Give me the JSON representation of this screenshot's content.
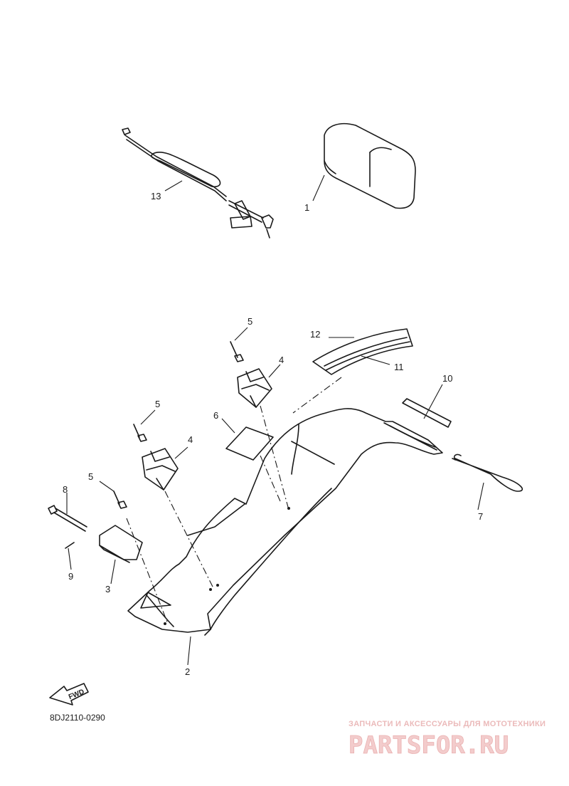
{
  "diagram": {
    "drawing_code": "8DJ2110-0290",
    "fwd_label": "FWD",
    "callouts": [
      {
        "id": "c1",
        "text": "1"
      },
      {
        "id": "c2",
        "text": "2"
      },
      {
        "id": "c3",
        "text": "3"
      },
      {
        "id": "c4a",
        "text": "4"
      },
      {
        "id": "c4b",
        "text": "4"
      },
      {
        "id": "c5a",
        "text": "5"
      },
      {
        "id": "c5b",
        "text": "5"
      },
      {
        "id": "c5c",
        "text": "5"
      },
      {
        "id": "c6",
        "text": "6"
      },
      {
        "id": "c7",
        "text": "7"
      },
      {
        "id": "c8",
        "text": "8"
      },
      {
        "id": "c9",
        "text": "9"
      },
      {
        "id": "c10",
        "text": "10"
      },
      {
        "id": "c11",
        "text": "11"
      },
      {
        "id": "c12",
        "text": "12"
      },
      {
        "id": "c13",
        "text": "13"
      }
    ]
  },
  "watermark": {
    "tagline": "ЗАПЧАСТИ И АКСЕССУАРЫ ДЛЯ МОТОТЕХНИКИ",
    "logo": "PARTSFOR.RU",
    "color": "#e9b3b3"
  }
}
